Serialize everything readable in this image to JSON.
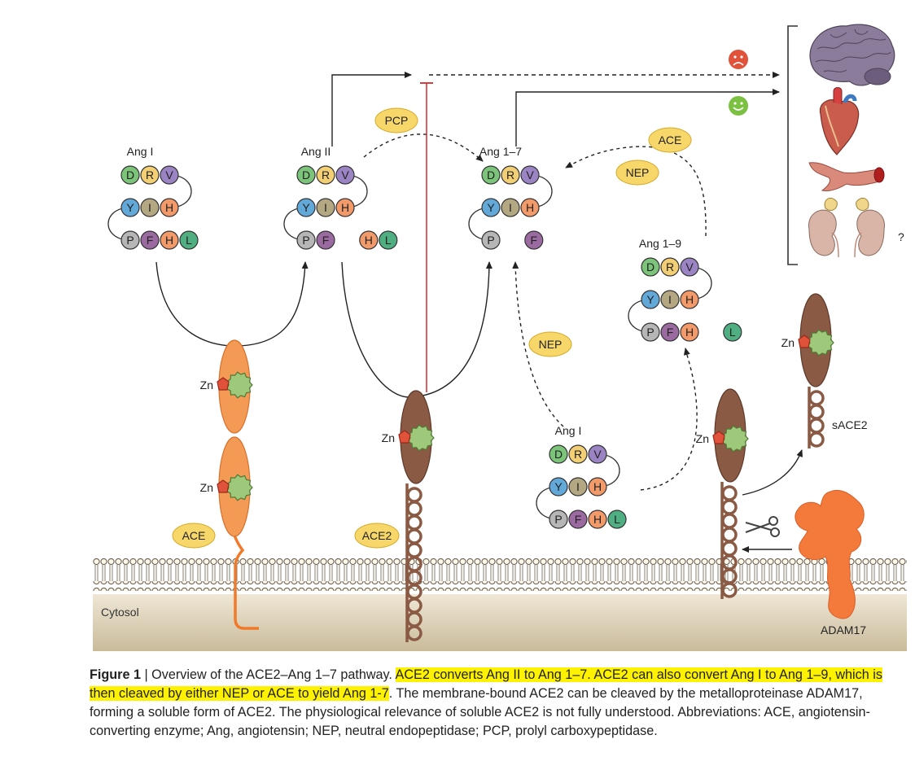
{
  "colors": {
    "ace_orange": "#f39a55",
    "ace2_brown": "#8a5a44",
    "bubble_yellow": "#f7d76a",
    "inhibit_red": "#d42a2a",
    "happy_green": "#7cc142",
    "sad_red": "#e0523a",
    "highlight": "#fff200"
  },
  "residue_colors": {
    "D": "#7cc47a",
    "R": "#f2ce74",
    "V": "#9b84c4",
    "H": "#f39a6a",
    "I": "#b4a883",
    "Y": "#62a9da",
    "P": "#b6b6b6",
    "F": "#9a6aa0",
    "L": "#4fae82"
  },
  "peptides": {
    "ang1_top": {
      "label": "Ang I",
      "rows": [
        [
          "D",
          "R",
          "V"
        ],
        [
          "H",
          "I",
          "Y"
        ],
        [
          "P",
          "F",
          "H",
          "L"
        ]
      ]
    },
    "ang2": {
      "label": "Ang II",
      "rows": [
        [
          "D",
          "R",
          "V"
        ],
        [
          "H",
          "I",
          "Y"
        ],
        [
          "P",
          "F"
        ]
      ],
      "fragment": [
        "H",
        "L"
      ]
    },
    "ang17": {
      "label": "Ang 1–7",
      "rows": [
        [
          "D",
          "R",
          "V"
        ],
        [
          "H",
          "I",
          "Y"
        ],
        [
          "P"
        ]
      ],
      "fragment": [
        "F"
      ]
    },
    "ang19": {
      "label": "Ang 1–9",
      "rows": [
        [
          "D",
          "R",
          "V"
        ],
        [
          "H",
          "I",
          "Y"
        ],
        [
          "P",
          "F",
          "H"
        ]
      ],
      "fragment": [
        "L"
      ]
    },
    "ang1_bottom": {
      "label": "Ang I",
      "rows": [
        [
          "D",
          "R",
          "V"
        ],
        [
          "H",
          "I",
          "Y"
        ],
        [
          "P",
          "F",
          "H",
          "L"
        ]
      ]
    }
  },
  "enzymes": {
    "pcp": "PCP",
    "ace_top": "ACE",
    "nep_top": "NEP",
    "nep_mid": "NEP",
    "ace": "ACE",
    "ace2": "ACE2"
  },
  "labels": {
    "zn": "Zn",
    "sace2": "sACE2",
    "adam17": "ADAM17",
    "cytosol": "Cytosol",
    "question": "?"
  },
  "organs": [
    "brain-icon",
    "heart-icon",
    "blood-vessel-icon",
    "kidneys-icon"
  ],
  "faces": {
    "sad": "sad-face-icon",
    "happy": "happy-face-icon"
  },
  "caption": {
    "figure_label": "Figure 1",
    "separator": " | ",
    "title": "Overview of the ACE2–Ang 1–7 pathway.",
    "highlighted": "ACE2 converts Ang II to Ang 1–7. ACE2 can also convert Ang I to Ang 1–9, which is then cleaved by either NEP or ACE to yield Ang 1-7",
    "rest": ". The membrane-bound ACE2 can be cleaved by the metalloproteinase ADAM17, forming a soluble form of ACE2. The physiological relevance of soluble ACE2 is not fully understood. Abbreviations: ACE, angiotensin-converting enzyme; Ang, angiotensin; NEP, neutral endopeptidase; PCP, prolyl carboxypeptidase."
  }
}
